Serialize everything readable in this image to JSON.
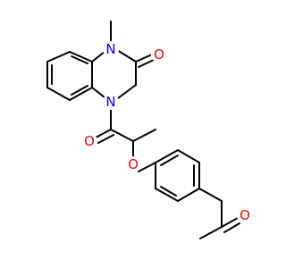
{
  "molecule": {
    "background_color": "#ffffff",
    "bond_color": "#000000",
    "atom_colors": {
      "N": "#0000ff",
      "O": "#ff0000"
    },
    "atoms": [
      {
        "id": "N1",
        "element": "N",
        "label": "N"
      },
      {
        "id": "N4",
        "element": "N",
        "label": "N"
      },
      {
        "id": "O_lactam",
        "element": "O",
        "label": "O"
      },
      {
        "id": "O_amide",
        "element": "O",
        "label": "O"
      },
      {
        "id": "O_ether",
        "element": "O",
        "label": "O"
      },
      {
        "id": "O_ketone",
        "element": "O",
        "label": "O"
      }
    ]
  }
}
